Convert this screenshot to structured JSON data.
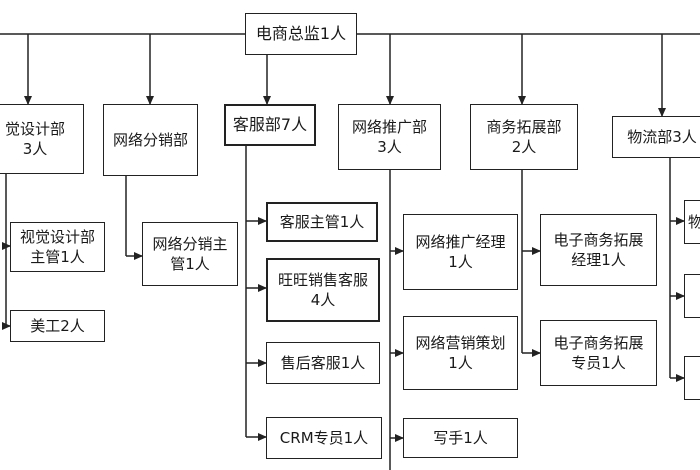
{
  "chart": {
    "root": "电商总监1人",
    "departments": {
      "visual_design": {
        "line1": "觉设计部",
        "line2": "3人"
      },
      "network_distribution": {
        "line1": "网络分销部"
      },
      "customer_service": {
        "line1": "客服部7人"
      },
      "network_promotion": {
        "line1": "网络推广部",
        "line2": "3人"
      },
      "business_expansion": {
        "line1": "商务拓展部",
        "line2": "2人"
      },
      "logistics": {
        "line1": "物流部3人"
      }
    },
    "roles": {
      "visual_supervisor": {
        "line1": "视觉设计部",
        "line2": "主管1人"
      },
      "artist": {
        "line1": "美工2人"
      },
      "distribution_supervisor": {
        "line1": "网络分销主",
        "line2": "管1人"
      },
      "cs_supervisor": {
        "line1": "客服主管1人"
      },
      "wangwang_sales": {
        "line1": "旺旺销售客服",
        "line2": "4人"
      },
      "after_sales": {
        "line1": "售后客服1人"
      },
      "crm_specialist": {
        "line1": "CRM专员1人"
      },
      "promotion_manager": {
        "line1": "网络推广经理",
        "line2": "1人"
      },
      "marketing_planner": {
        "line1": "网络营销策划",
        "line2": "1人"
      },
      "writer": {
        "line1": "写手1人"
      },
      "bd_manager": {
        "line1": "电子商务拓展",
        "line2": "经理1人"
      },
      "bd_specialist": {
        "line1": "电子商务拓展",
        "line2": "专员1人"
      },
      "logistics_role_1": {
        "line1": "物"
      }
    }
  }
}
